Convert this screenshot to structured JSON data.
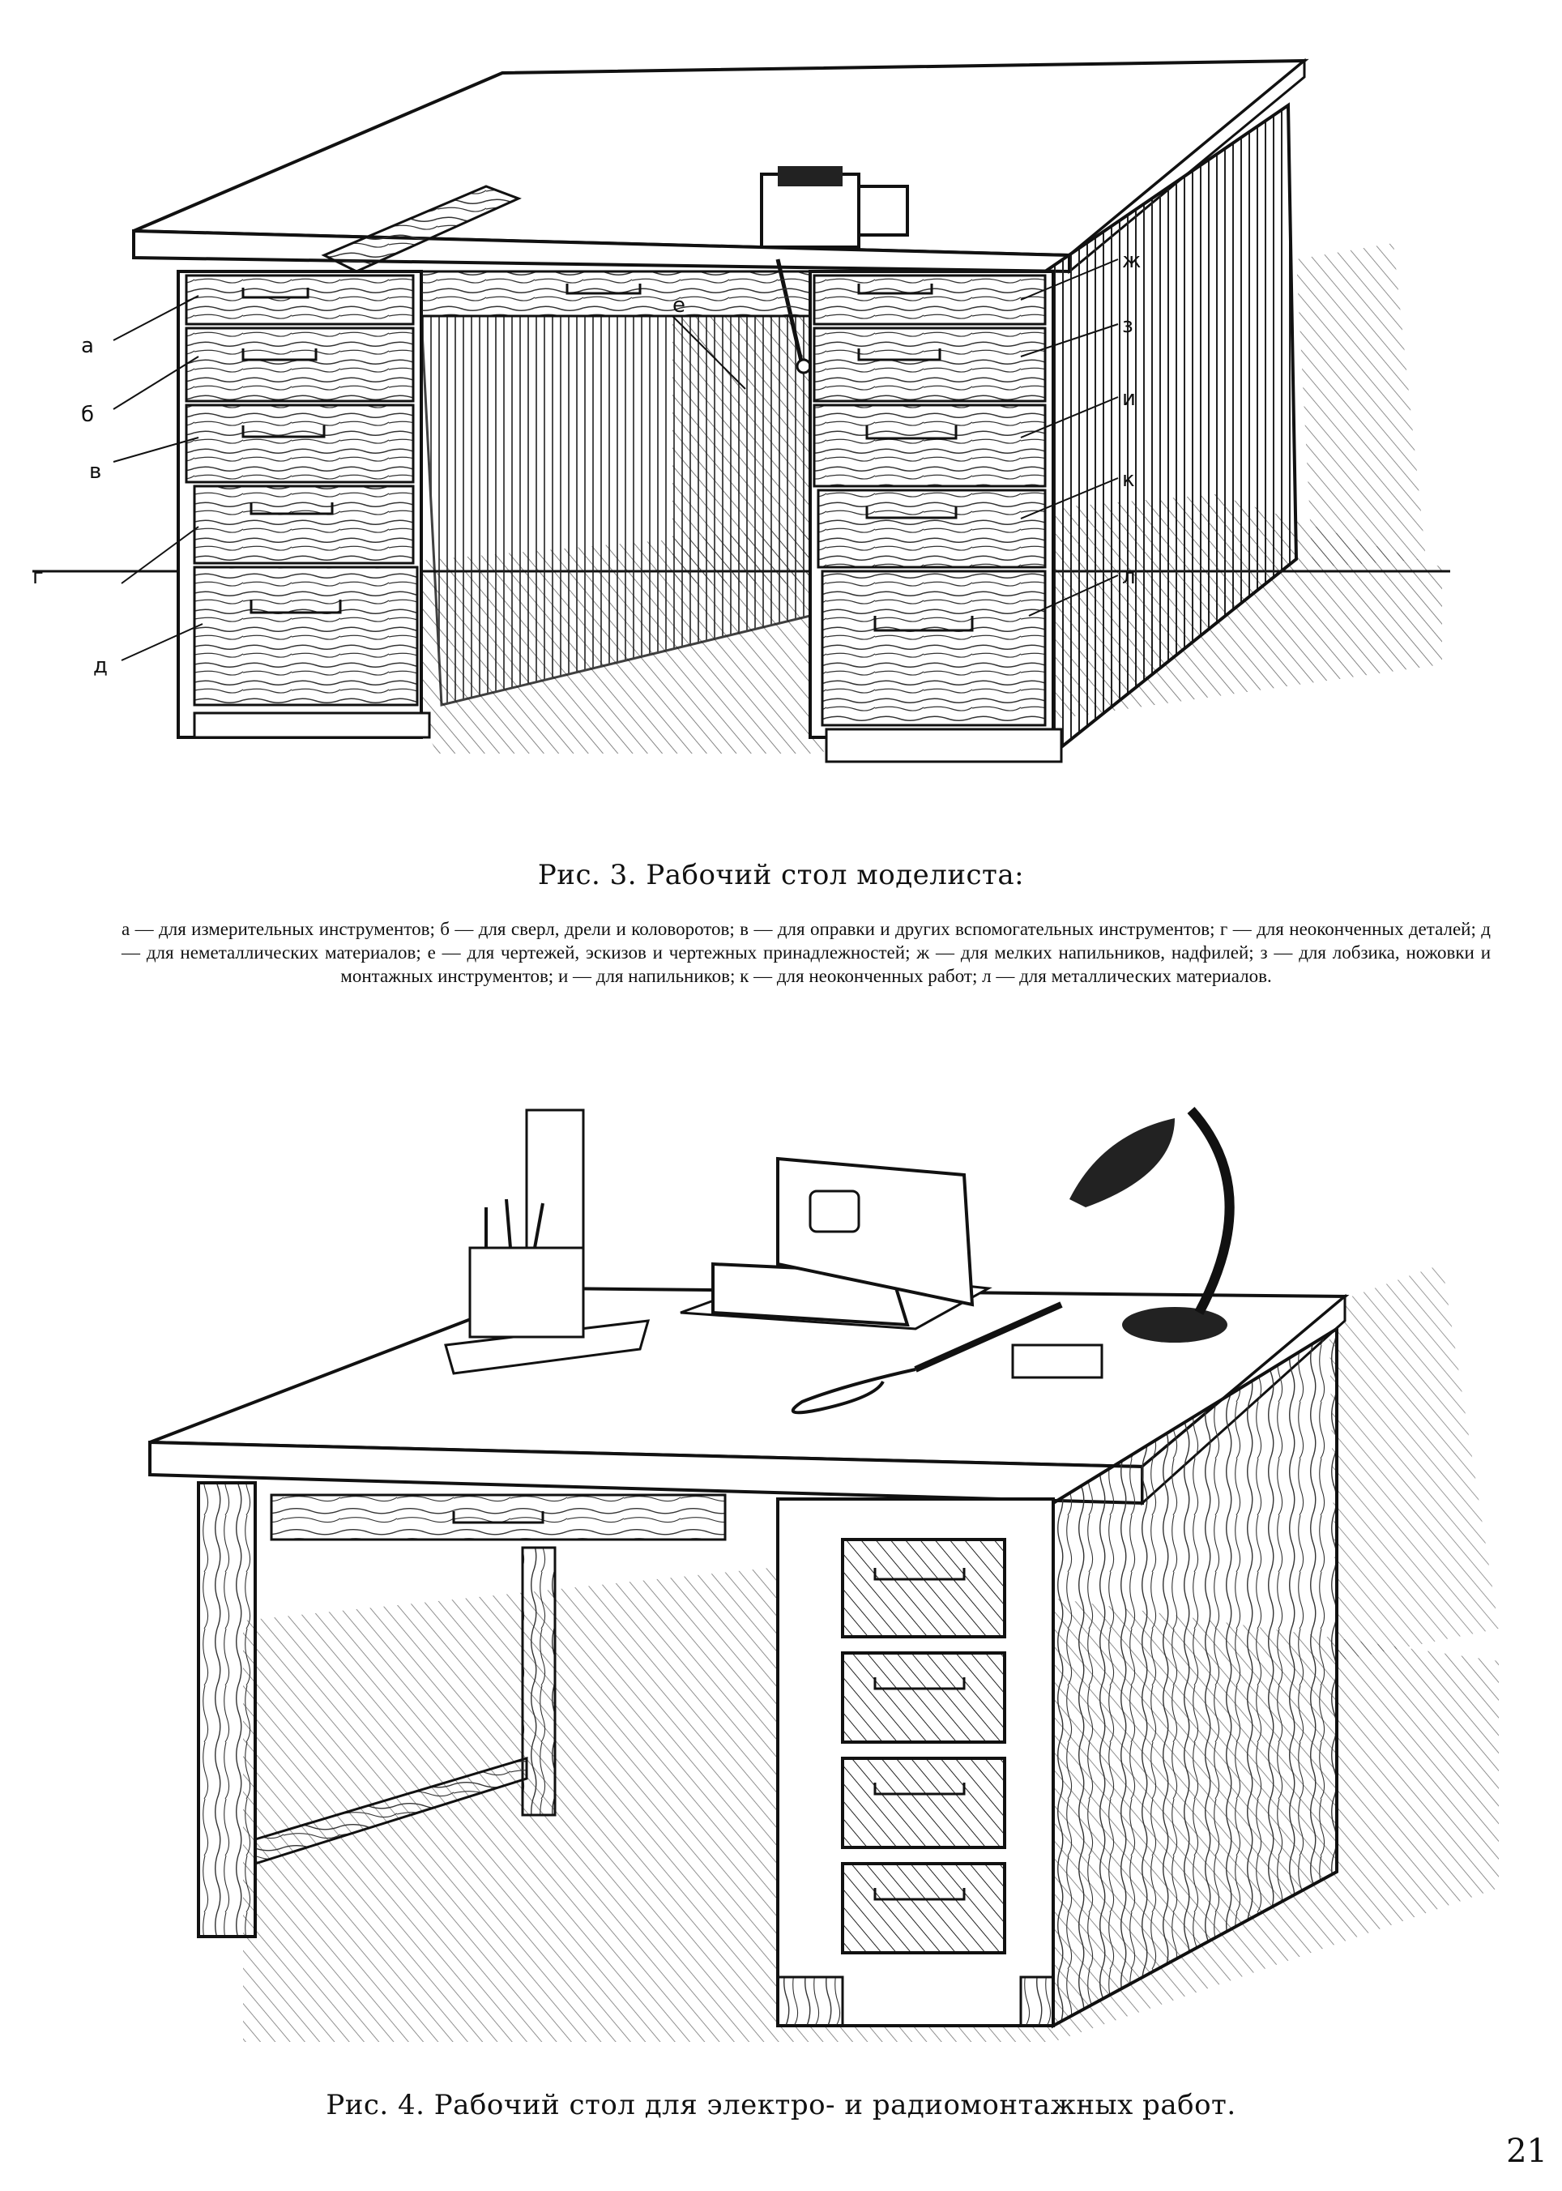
{
  "figure3": {
    "title": "Рис. 3. Рабочий стол моделиста:",
    "legend": "а — для измерительных инструментов; б — для сверл, дрели и коловоротов; в — для оправки и других вспомогательных инструментов; г — для неоконченных деталей; д — для неметаллических материалов; е — для чертежей, эскизов и чертежных принадлежностей; ж — для мелких напильников, надфилей; з — для лобзика, ножовки и монтажных инструментов; и — для напильников; к — для неоконченных работ; л — для металлических материалов.",
    "labels": [
      "а",
      "б",
      "в",
      "г",
      "д",
      "е",
      "ж",
      "з",
      "и",
      "к",
      "л"
    ]
  },
  "figure4": {
    "title": "Рис. 4. Рабочий стол для электро- и радиомонтажных работ."
  },
  "page_number": "21"
}
